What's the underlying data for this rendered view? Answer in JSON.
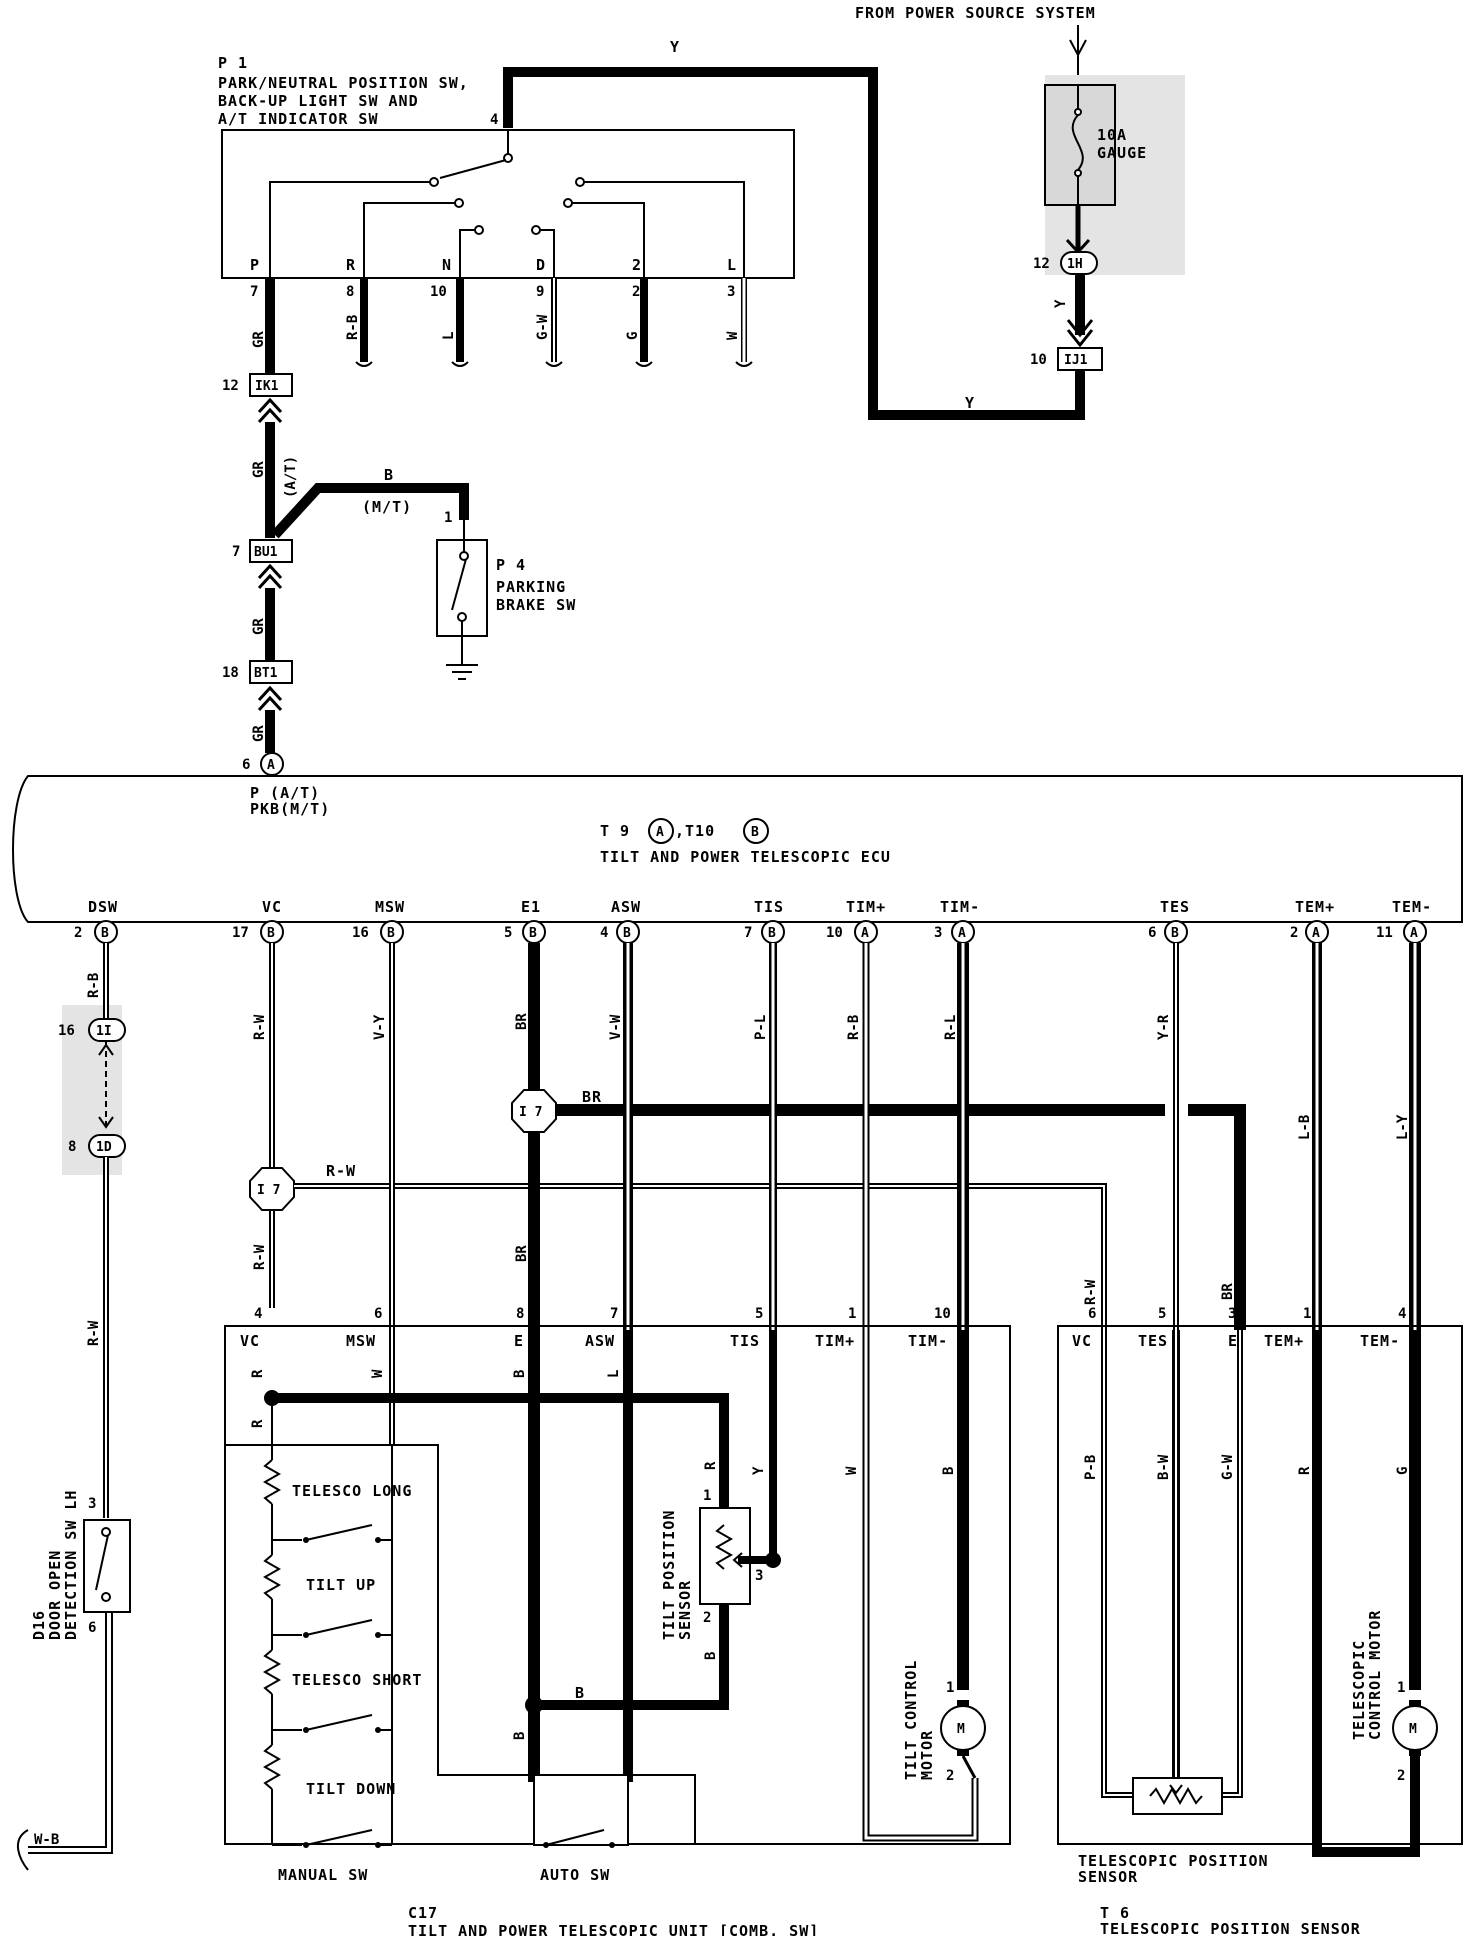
{
  "power_source": {
    "title": "FROM POWER SOURCE SYSTEM",
    "fuse_rating": "10A",
    "fuse_name": "GAUGE",
    "conn_top_pin": "12",
    "conn_top_id": "1H",
    "conn_bottom_pin": "10",
    "conn_bottom_id": "IJ1",
    "wire_color": "Y"
  },
  "p1": {
    "ref": "P 1",
    "line1": "PARK/NEUTRAL POSITION SW,",
    "line2": "BACK-UP LIGHT SW AND",
    "line3": "A/T INDICATOR SW",
    "input_pin": "4",
    "positions": [
      {
        "label": "P",
        "pin": "7",
        "wire": "GR"
      },
      {
        "label": "R",
        "pin": "8",
        "wire": "R-B"
      },
      {
        "label": "N",
        "pin": "10",
        "wire": "L"
      },
      {
        "label": "D",
        "pin": "9",
        "wire": "G-W"
      },
      {
        "label": "2",
        "pin": "2",
        "wire": "G"
      },
      {
        "label": "L",
        "pin": "3",
        "wire": "W"
      }
    ]
  },
  "ik1": {
    "pin": "12",
    "id": "IK1"
  },
  "bu1": {
    "pin": "7",
    "id": "BU1"
  },
  "bt1": {
    "pin": "18",
    "id": "BT1"
  },
  "wire_gr": "GR",
  "wire_at_note": "(A/T)",
  "wire_mt_color": "B",
  "wire_mt_note": "(M/T)",
  "p4": {
    "ref": "P 4",
    "line1": "PARKING",
    "line2": "BRAKE SW",
    "pin": "1"
  },
  "ecu": {
    "ref_prefix": "T 9",
    "ref_a": "A",
    "ref_mid": ",T10",
    "ref_b": "B",
    "name": "TILT AND POWER TELESCOPIC ECU",
    "p_label": "P (A/T)",
    "pkb_label": "PKB(M/T)",
    "p_pin": "6",
    "p_conn": "A",
    "terminals": [
      {
        "name": "DSW",
        "pin": "2",
        "conn": "B",
        "wire": "R-B"
      },
      {
        "name": "VC",
        "pin": "17",
        "conn": "B",
        "wire": "R-W"
      },
      {
        "name": "MSW",
        "pin": "16",
        "conn": "B",
        "wire": "V-Y"
      },
      {
        "name": "E1",
        "pin": "5",
        "conn": "B",
        "wire": "BR"
      },
      {
        "name": "ASW",
        "pin": "4",
        "conn": "B",
        "wire": "V-W"
      },
      {
        "name": "TIS",
        "pin": "7",
        "conn": "B",
        "wire": "P-L"
      },
      {
        "name": "TIM+",
        "pin": "10",
        "conn": "A",
        "wire": "R-B"
      },
      {
        "name": "TIM-",
        "pin": "3",
        "conn": "A",
        "wire": "R-L"
      },
      {
        "name": "TES",
        "pin": "6",
        "conn": "B",
        "wire": "Y-R"
      },
      {
        "name": "TEM+",
        "pin": "2",
        "conn": "A",
        "wire": "L-B"
      },
      {
        "name": "TEM-",
        "pin": "11",
        "conn": "A",
        "wire": "L-Y"
      }
    ]
  },
  "i1": {
    "top_pin": "16",
    "top_id": "1I",
    "bottom_pin": "8",
    "bottom_id": "1D"
  },
  "junction_i7": "I 7",
  "wire_br": "BR",
  "wire_rw": "R-W",
  "wire_rw_lower": "R-W",
  "wire_br_lower": "BR",
  "wire_br_right": "BR",
  "d16": {
    "ref": "D16",
    "line1": "DOOR OPEN",
    "line2": "DETECTION SW LH",
    "pin_top": "3",
    "pin_bottom": "6",
    "wire_out": "W-B"
  },
  "c17": {
    "ref": "C17",
    "name": "TILT AND POWER TELESCOPIC UNIT [COMB. SW]",
    "pins": [
      {
        "pin": "4",
        "label": "VC",
        "wire": "R"
      },
      {
        "pin": "6",
        "label": "MSW",
        "wire": "W"
      },
      {
        "pin": "8",
        "label": "E",
        "wire": "B"
      },
      {
        "pin": "7",
        "label": "ASW",
        "wire": "L"
      },
      {
        "pin": "5",
        "label": "TIS",
        "wire": "Y"
      },
      {
        "pin": "1",
        "label": "TIM+",
        "wire": "W"
      },
      {
        "pin": "10",
        "label": "TIM-",
        "wire": "B"
      }
    ],
    "switches": [
      "TELESCO LONG",
      "TILT UP",
      "TELESCO SHORT",
      "TILT DOWN"
    ],
    "manual_sw": "MANUAL SW",
    "auto_sw": "AUTO SW",
    "tilt_sensor_line1": "TILT POSITION",
    "tilt_sensor_line2": "SENSOR",
    "tilt_motor_line1": "TILT CONTROL",
    "tilt_motor_line2": "MOTOR",
    "motor_letter": "M",
    "sensor_pins": [
      "1",
      "2",
      "3"
    ],
    "motor_pins": [
      "1",
      "2"
    ],
    "wire_r": "R",
    "wire_b": "B"
  },
  "t6": {
    "ref": "T 6",
    "name": "TELESCOPIC POSITION SENSOR",
    "pins": [
      {
        "pin": "6",
        "label": "VC",
        "wire": "P-B"
      },
      {
        "pin": "5",
        "label": "TES",
        "wire": "B-W"
      },
      {
        "pin": "3",
        "label": "E",
        "wire": "G-W"
      },
      {
        "pin": "1",
        "label": "TEM+",
        "wire": "R"
      },
      {
        "pin": "4",
        "label": "TEM-",
        "wire": "G"
      }
    ],
    "sensor_line1": "TELESCOPIC POSITION",
    "sensor_line2": "SENSOR",
    "motor_line1": "TELESCOPIC",
    "motor_line2": "CONTROL MOTOR",
    "motor_letter": "M",
    "motor_pins": [
      "1",
      "2"
    ]
  }
}
